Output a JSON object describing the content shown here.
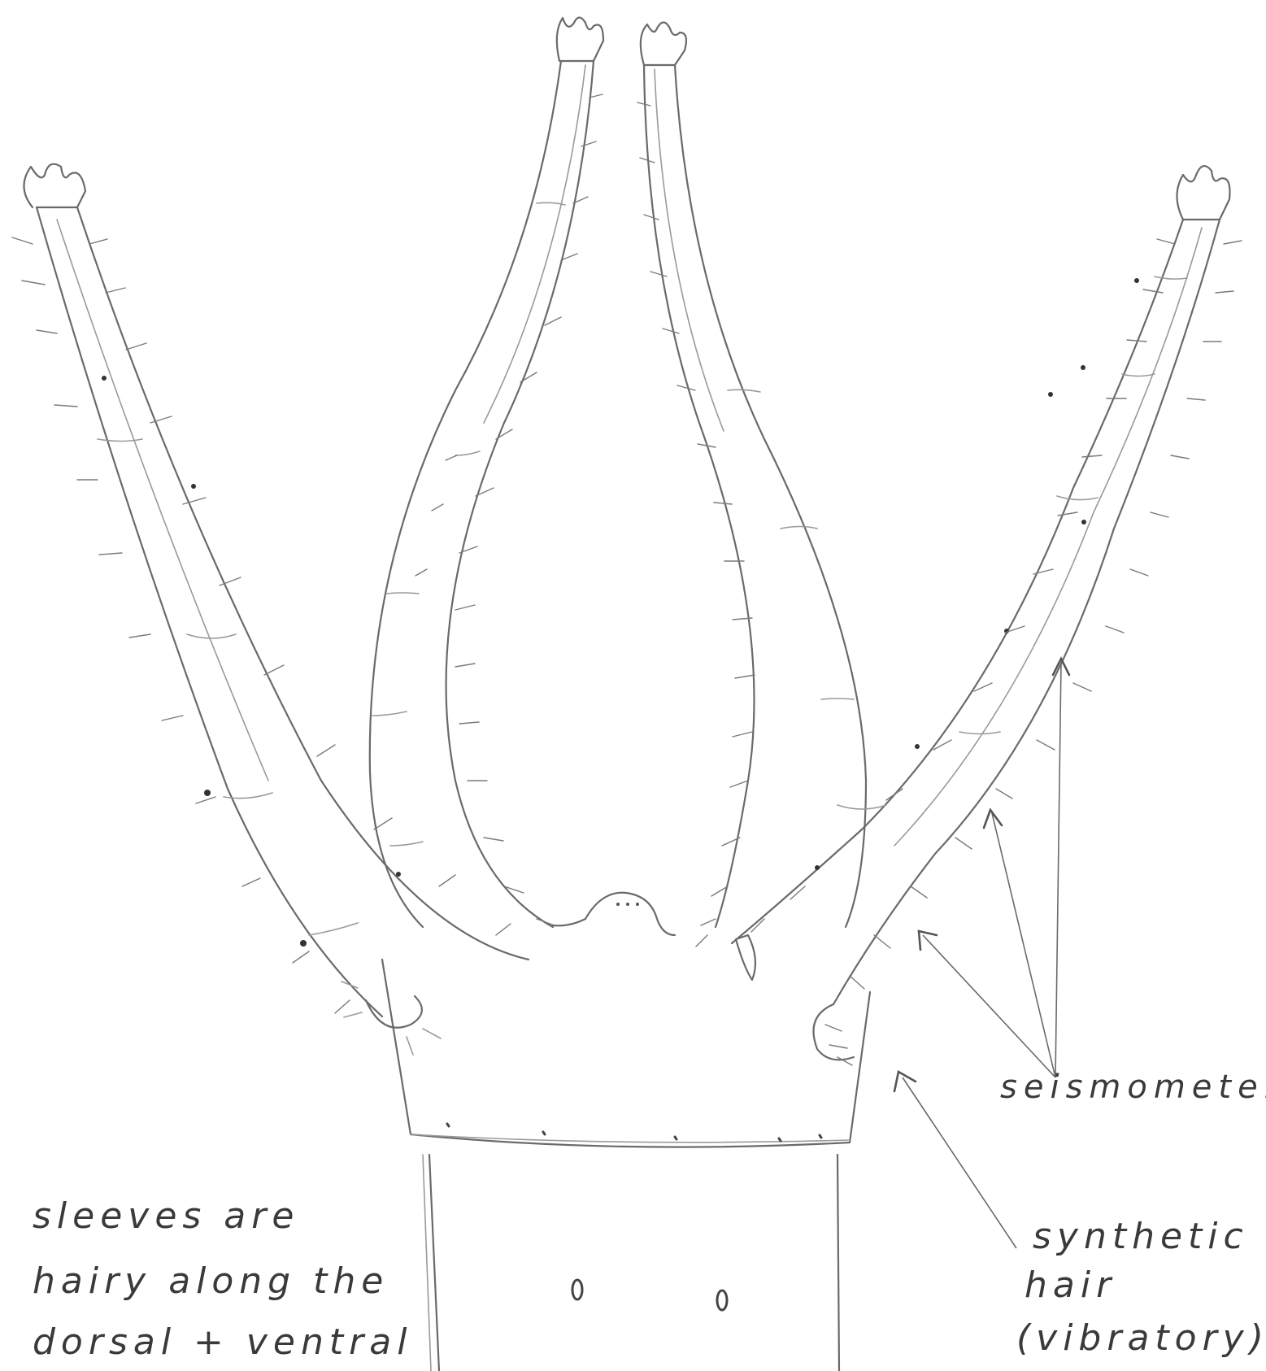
{
  "labels": {
    "seismometers": "seismometers",
    "synthetic_line1": "synthetic",
    "synthetic_line2": "hair",
    "synthetic_line3": "(vibratory)",
    "note_line1": "sleeves  are",
    "note_line2": "hairy  along  the",
    "note_line3": "dorsal  +  ventral"
  }
}
